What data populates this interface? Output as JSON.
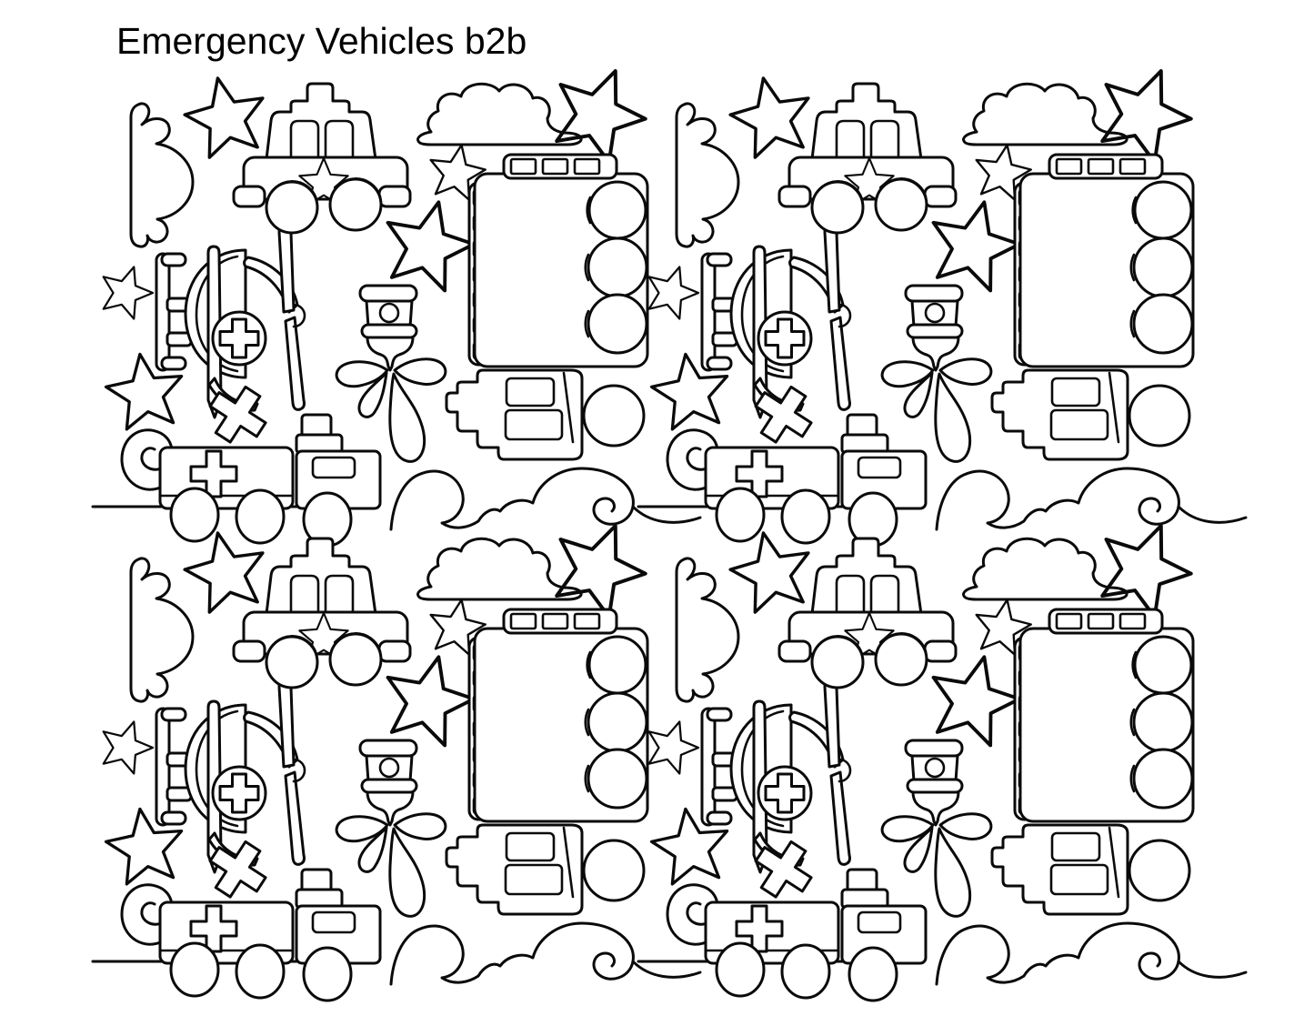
{
  "header": {
    "title": "Emergency Vehicles b2b"
  },
  "pattern": {
    "kind": "continuous-line emergency vehicles pattern",
    "repeat": {
      "rows": 2,
      "columns": 2
    },
    "style": {
      "line_color": "#0a0a0a",
      "background_color": "#ffffff"
    },
    "motifs": [
      "police-car",
      "police-star-badge",
      "fire-truck-body",
      "fire-truck-ladder",
      "fire-truck-cab",
      "helicopter",
      "medical-cross-circle",
      "tilted-cross",
      "fire-hydrant",
      "water-drops",
      "ambulance",
      "ambulance-cross",
      "five-point-star",
      "cloud",
      "scroll-cloud",
      "swirl-cloud",
      "spiral",
      "ground-line"
    ]
  }
}
